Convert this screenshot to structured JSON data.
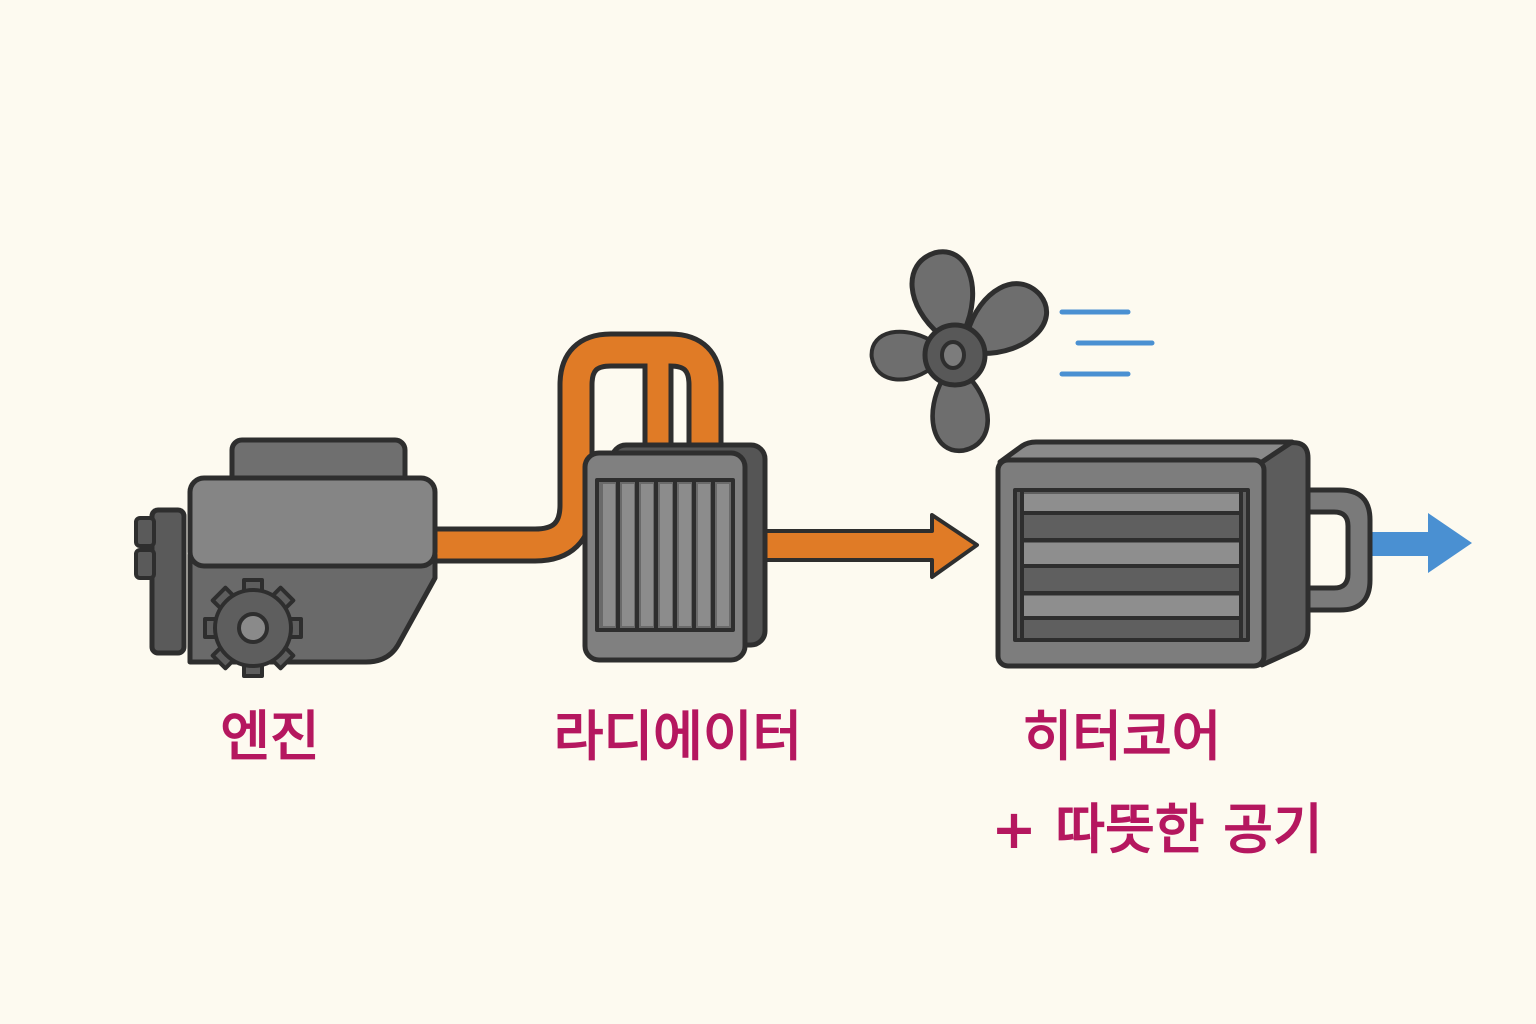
{
  "diagram": {
    "components": {
      "engine": {
        "label": "엔진",
        "icon": "engine-icon"
      },
      "radiator": {
        "label": "라디에이터",
        "icon": "radiator-icon"
      },
      "heater_core": {
        "label": "히터코어",
        "icon": "heater-core-icon"
      },
      "fan": {
        "icon": "fan-icon"
      }
    },
    "output": {
      "label": "+ 따뜻한 공기",
      "icon": "warm-air-arrow-icon"
    },
    "colors": {
      "background": "#fdfaf0",
      "coolant_flow": "#e07b26",
      "air_flow": "#4a90d2",
      "label_text": "#b5175f",
      "outline": "#2e2e2e"
    }
  }
}
